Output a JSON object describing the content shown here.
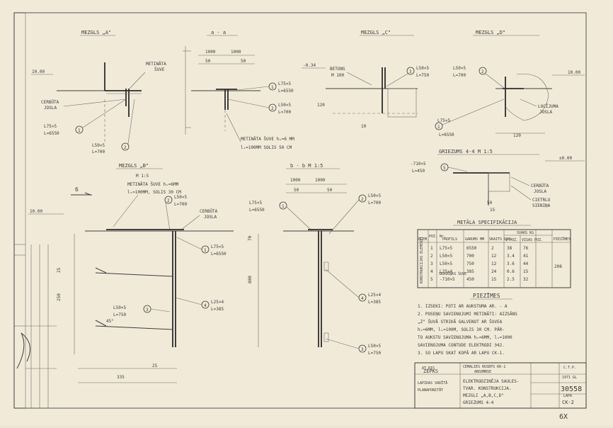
{
  "sections": {
    "mezgls_a": "MEZGLS „A\"",
    "a_a": "a - a",
    "mezgls_c": "MEZGLS „C\"",
    "mezgls_d": "MEZGLS „D\"",
    "mezgls_b": "MEZGLS „B\"",
    "mezgls_b_scale": "M 1:5",
    "b_b": "b - b  M 1:5",
    "griezums": "GRIEZUMS 4-4  M 1:5"
  },
  "labels": {
    "a_elev": "10.00",
    "a_metinata": "METINĀTA",
    "a_suve": "ŠUVE",
    "a_cerbuta": "CERBŪTA",
    "a_cerbuta2": "JOSLA",
    "a_l75": "L75×5",
    "a_l75_len": "L=6550",
    "a_l50": "L50×5",
    "a_l50_len": "L=700",
    "aa_dim1": "1000",
    "aa_dim2": "1000",
    "aa_dim3": "50",
    "aa_dim4": "50",
    "aa_l75": "L75×5",
    "aa_l75_len": "L=6550",
    "aa_l50": "L50×5",
    "aa_l50_len": "L=700",
    "aa_note1": "METINĀTA ŠUVE hₛ=6 MM",
    "aa_note2": "lₛ=100MM SOLIS 50 CM",
    "c_elev": "-0.34",
    "c_betons": "BETONS",
    "c_betons2": "M 100",
    "c_l50": "L50×5",
    "c_l50_len": "L=750",
    "d_l50": "L50×5",
    "d_l50_len": "L=700",
    "d_l75": "L75×5",
    "d_l75_len": "L=6550",
    "d_elev": "10.00",
    "d_loc1": "LOCĪJUMA",
    "d_loc2": "JOSLA",
    "g_l": "-710×5",
    "g_len": "L=450",
    "g_elev": "±0.00",
    "g_cerbuta": "CERBŪTA",
    "g_cerbuta2": "JOSLA",
    "g_cietr": "CIETRLU",
    "g_cietr2": "SIENIŅA",
    "b_note1": "METINĀTA ŠUVE hₛ=6MM",
    "b_note2": "lₛ=100MM, SOLIS 30 CM",
    "b_l50": "L50×5",
    "b_l50_len": "L=700",
    "b_cerbuta": "CERBŪTA",
    "b_cerbuta2": "JOSLA",
    "b_elev": "10.00",
    "b_l75": "L75×5",
    "b_l75_len": "L=6550",
    "b_l25": "L25×4",
    "b_l25_len": "L=385",
    "b_l50b": "L50×5",
    "b_l50b_len": "L=750",
    "bb_l75": "L75×5",
    "bb_l75_len": "L=6550",
    "bb_l50": "L50×5",
    "bb_l50_len": "L=700",
    "bb_l25": "L25×4",
    "bb_l25_len": "L=385",
    "bb_l50b": "L50×5",
    "bb_l50b_len": "L=750",
    "bb_dim1": "1000",
    "bb_dim2": "1000",
    "bb_dim3": "50",
    "bb_dim4": "50"
  },
  "spec": {
    "title": "METĀLA SPECIFIKĀCIJA",
    "headers": [
      "ELEM.",
      "POZ. Nr.",
      "PROFILS",
      "GARUMS MM",
      "SKAITS GAB.",
      "1 POZ.",
      "VISAS POZ.",
      "PIEZĪMES"
    ],
    "group_header": "SVARS KG",
    "element": "KONSTRUKCIJAS ELEMENTI",
    "rows": [
      [
        "1",
        "L75×5",
        "6550",
        "2",
        "38",
        "76",
        ""
      ],
      [
        "2",
        "L50×5",
        "700",
        "12",
        "3.4",
        "41",
        ""
      ],
      [
        "3",
        "L50×5",
        "750",
        "12",
        "3.6",
        "44",
        "208"
      ],
      [
        "4",
        "L25×4",
        "385",
        "24",
        "0.6",
        "15",
        ""
      ],
      [
        "5",
        "-710×5",
        "450",
        "15",
        "2.5",
        "32",
        ""
      ]
    ],
    "note_row4": "SKAVEŅAS ŠUVE"
  },
  "notes": {
    "title": "PIEZĪMES",
    "lines": [
      "1. IZSEKI: POTI AR AUKSTUMA AR. - A",
      "2. POSEŅU SAVIENOJUMI METINĀTI: AIZSĀNS",
      "„Z\" ŠUVĀ STRIKĀ GALVENOT AR ŠUVEA",
      "hₛ=6MM, lₛ=100M, SOLIS 30 CM. PĀR-",
      "TO AUKSTU SAVIENOJUMA hₛ=6MM, lₛ=1000",
      "SAVIENOJUMA CONTUDE ELEKTRODI Э42.",
      "3. SO LAPU SKAT KOPĀ AR LAPU CK-1."
    ]
  },
  "title_block": {
    "c1_top": "AT.RIS",
    "c1_sig": "ZEPKS",
    "c2_top": "CEMALIES RUSEPS KR-1",
    "c2_mid": "ANSOMBSE",
    "c3a": "C.T.P.",
    "c3b": "1971 GL",
    "archive": "30558",
    "sheet_lbl": "LAPA",
    "sheet": "CK-2",
    "left1": "LAPIDAS VADĪTĀ",
    "left2": "PLANAPONITĀT",
    "main1": "ELEKTRODZINĒJA SAULES-",
    "main2": "TVAR. KONSTRUKCIJA.",
    "main3": "MEZGLI „A,B,C,D\"",
    "main4": "GRIEZUMS 4-4",
    "stamp": "6X"
  }
}
